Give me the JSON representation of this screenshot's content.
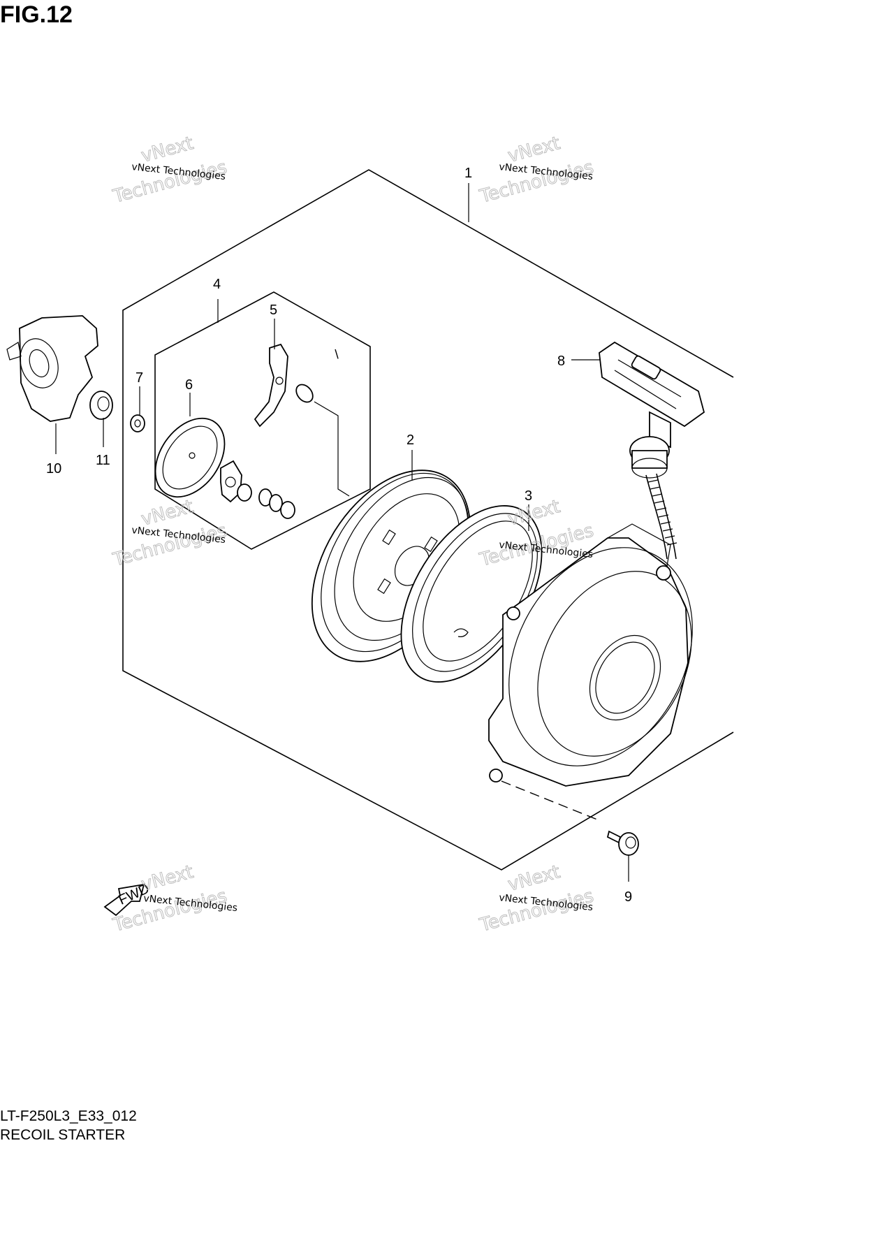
{
  "figure_title": "FIG.12",
  "diagram_code": "LT-F250L3_E33_012",
  "diagram_name": "RECOIL STARTER",
  "callouts": [
    "1",
    "2",
    "3",
    "4",
    "5",
    "6",
    "7",
    "8",
    "9",
    "10",
    "11"
  ],
  "watermark": {
    "line1": "vNext Technologies",
    "line2": "vNext",
    "line3": "Technologies"
  },
  "fwd_marker": "FWD"
}
